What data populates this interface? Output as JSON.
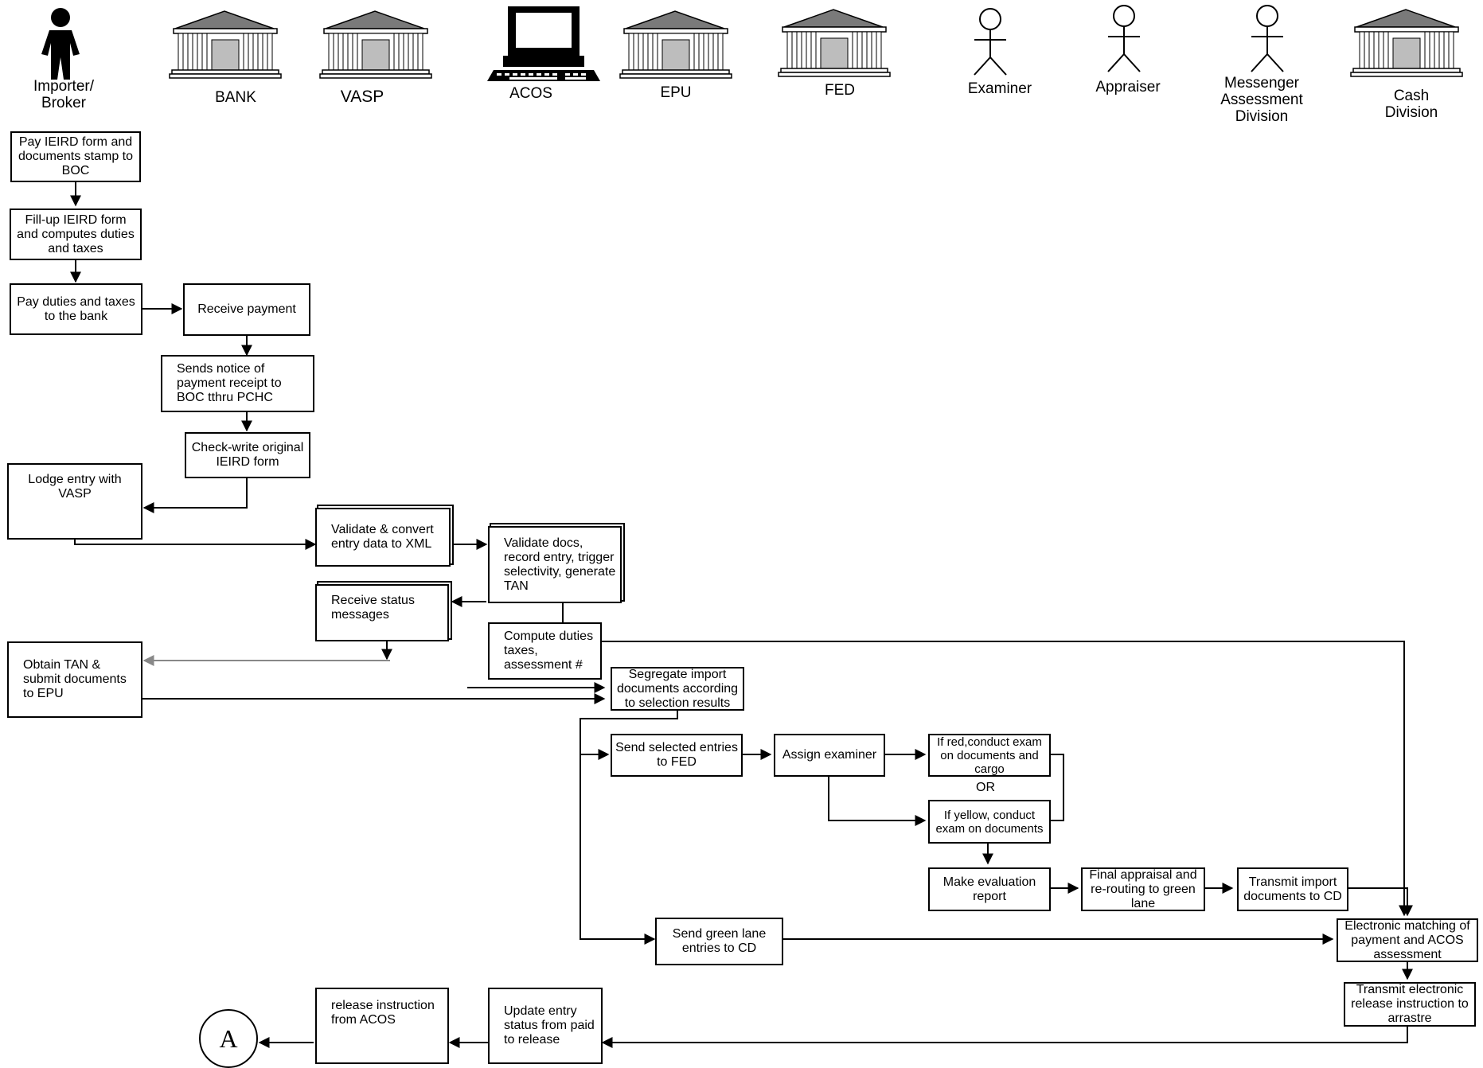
{
  "lanes": [
    {
      "label": "Importer/ Broker",
      "icon": "person-silhouette-icon"
    },
    {
      "label": "BANK",
      "icon": "bank-building-icon"
    },
    {
      "label": "VASP",
      "icon": "bank-building-icon"
    },
    {
      "label": "ACOS",
      "icon": "computer-icon"
    },
    {
      "label": "EPU",
      "icon": "bank-building-icon"
    },
    {
      "label": "FED",
      "icon": "bank-building-icon"
    },
    {
      "label": "Examiner",
      "icon": "stick-figure-icon"
    },
    {
      "label": "Appraiser",
      "icon": "stick-figure-icon"
    },
    {
      "label": "Messenger Assessment Division",
      "icon": "stick-figure-icon"
    },
    {
      "label": "Cash Division",
      "icon": "bank-building-icon"
    }
  ],
  "steps": {
    "pay_form": "Pay IEIRD form and documents stamp to BOC",
    "fill_up": "Fill-up IEIRD form and computes duties and taxes",
    "pay_duties": "Pay duties and taxes to the bank",
    "receive_payment": "Receive payment",
    "sends_notice": "Sends notice of payment receipt to BOC tthru PCHC",
    "check_write": "Check-write original IEIRD form",
    "lodge_entry": "Lodge entry with VASP",
    "validate_convert": "Validate & convert entry data to XML",
    "validate_docs": "Validate docs, record entry, trigger selectivity, generate TAN",
    "receive_status": "Receive status messages",
    "compute_duties": "Compute duties taxes, assessment #",
    "obtain_tan": "Obtain TAN & submit documents to EPU",
    "segregate": "Segregate import documents according to selection results",
    "send_selected": "Send selected entries to FED",
    "assign_examiner": "Assign examiner",
    "if_red": "If red,conduct exam on documents and cargo",
    "or_label": "OR",
    "if_yellow": "If yellow, conduct exam on documents",
    "make_evaluation": "Make evaluation report",
    "final_appraisal": "Final appraisal and re-routing to green lane",
    "transmit_import": "Transmit import documents to CD",
    "send_green": "Send green lane entries to CD",
    "electronic_matching": "Electronic matching of payment and ACOS assessment",
    "transmit_release": "Transmit electronic release instruction to arrastre",
    "update_entry": "Update entry status from paid to release",
    "release_instruction": "release instruction from ACOS",
    "connector_a": "A"
  }
}
